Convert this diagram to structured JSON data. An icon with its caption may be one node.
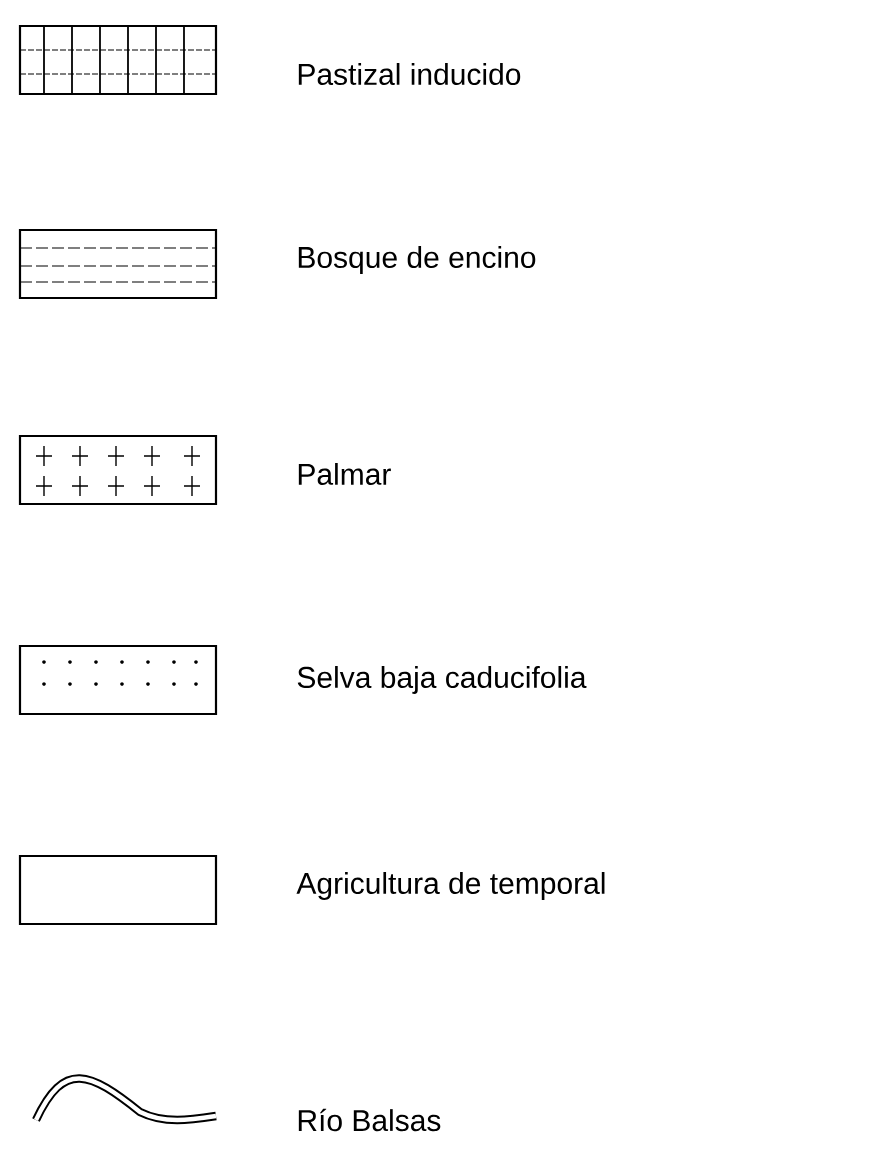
{
  "diagram": {
    "legend": [
      {
        "text": "Pastizal inducido"
      },
      {
        "text": "Bosque de encino"
      },
      {
        "text": "Palmar"
      },
      {
        "text": "Selva baja caducifolia"
      },
      {
        "text": "Agricultura de temporal"
      },
      {
        "text": "Río Balsas"
      }
    ]
  }
}
